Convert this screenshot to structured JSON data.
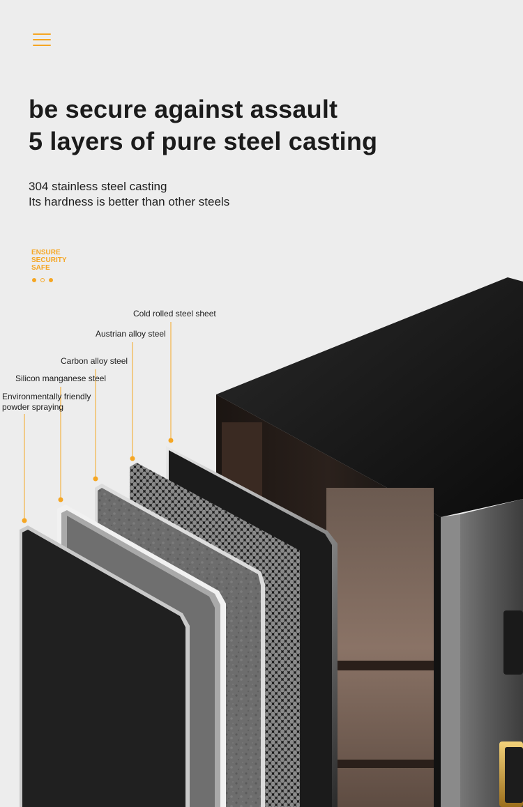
{
  "header": {
    "menu_icon": "hamburger-menu-icon"
  },
  "hero": {
    "headline_line1": "be secure against assault",
    "headline_line2": "5 layers of pure steel casting",
    "sub_line1": "304 stainless steel casting",
    "sub_line2": "Its hardness is better than other steels"
  },
  "badge": {
    "line1": "ENSURE",
    "line2": "SECURITY",
    "line3": "SAFE"
  },
  "layers": [
    {
      "label": "Cold rolled steel sheet"
    },
    {
      "label": "Austrian alloy steel"
    },
    {
      "label": "Carbon alloy steel"
    },
    {
      "label": "Silicon manganese steel"
    },
    {
      "label_line1": "Environmentally friendly",
      "label_line2": "powder spraying"
    }
  ],
  "colors": {
    "accent": "#f5a623",
    "background": "#ededed",
    "text": "#1e1e1e"
  }
}
